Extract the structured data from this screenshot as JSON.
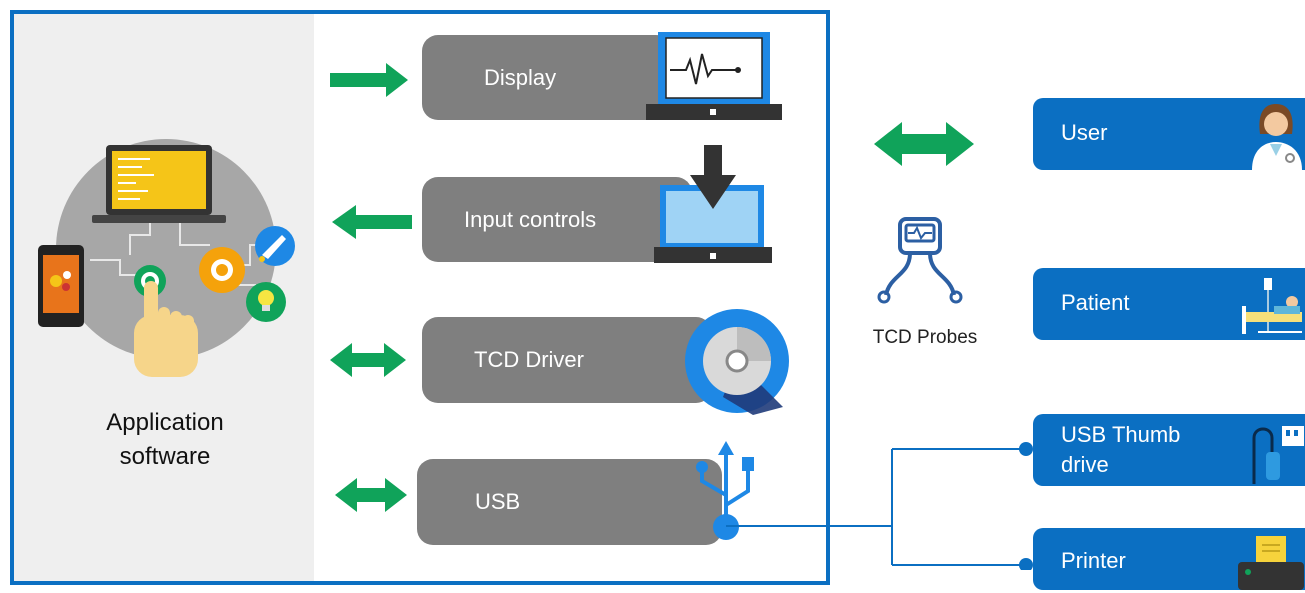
{
  "app": {
    "label_line1": "Application",
    "label_line2": "software"
  },
  "modules": {
    "display": "Display",
    "input_controls": "Input controls",
    "tcd_driver": "TCD Driver",
    "usb": "USB"
  },
  "probes": {
    "label": "TCD Probes"
  },
  "external": {
    "user": "User",
    "patient": "Patient",
    "usb_thumb_line1": "USB Thumb",
    "usb_thumb_line2": "drive",
    "printer": "Printer"
  },
  "colors": {
    "frame_blue": "#0b6fc2",
    "module_gray": "#7f7f7f",
    "arrow_green": "#10a35a",
    "panel_gray": "#efefef"
  }
}
